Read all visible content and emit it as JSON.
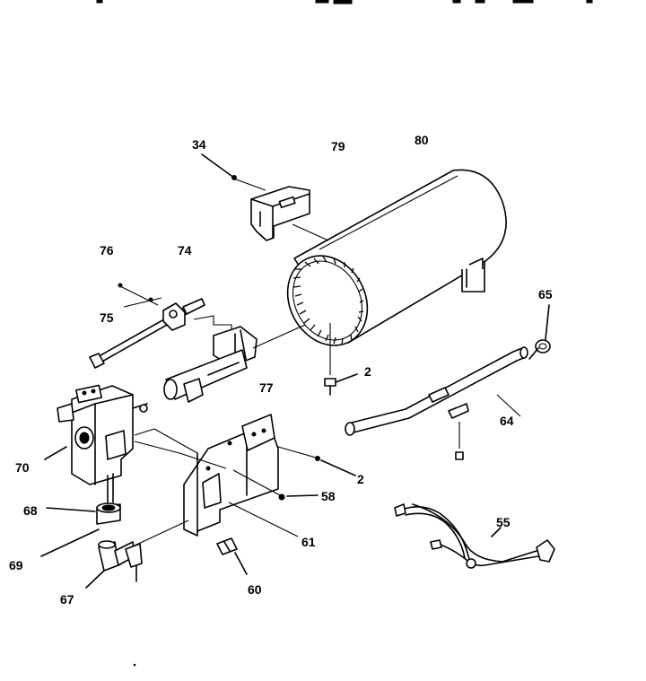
{
  "diagram": {
    "callouts": [
      {
        "id": "c34",
        "text": "34"
      },
      {
        "id": "c79",
        "text": "79"
      },
      {
        "id": "c80",
        "text": "80"
      },
      {
        "id": "c76",
        "text": "76"
      },
      {
        "id": "c74",
        "text": "74"
      },
      {
        "id": "c75",
        "text": "75"
      },
      {
        "id": "c65",
        "text": "65"
      },
      {
        "id": "c2a",
        "text": "2"
      },
      {
        "id": "c77",
        "text": "77"
      },
      {
        "id": "c64",
        "text": "64"
      },
      {
        "id": "c70",
        "text": "70"
      },
      {
        "id": "c2b",
        "text": "2"
      },
      {
        "id": "c58",
        "text": "58"
      },
      {
        "id": "c68",
        "text": "68"
      },
      {
        "id": "c55",
        "text": "55"
      },
      {
        "id": "c61",
        "text": "61"
      },
      {
        "id": "c69",
        "text": "69"
      },
      {
        "id": "c60",
        "text": "60"
      },
      {
        "id": "c67",
        "text": "67"
      }
    ]
  }
}
